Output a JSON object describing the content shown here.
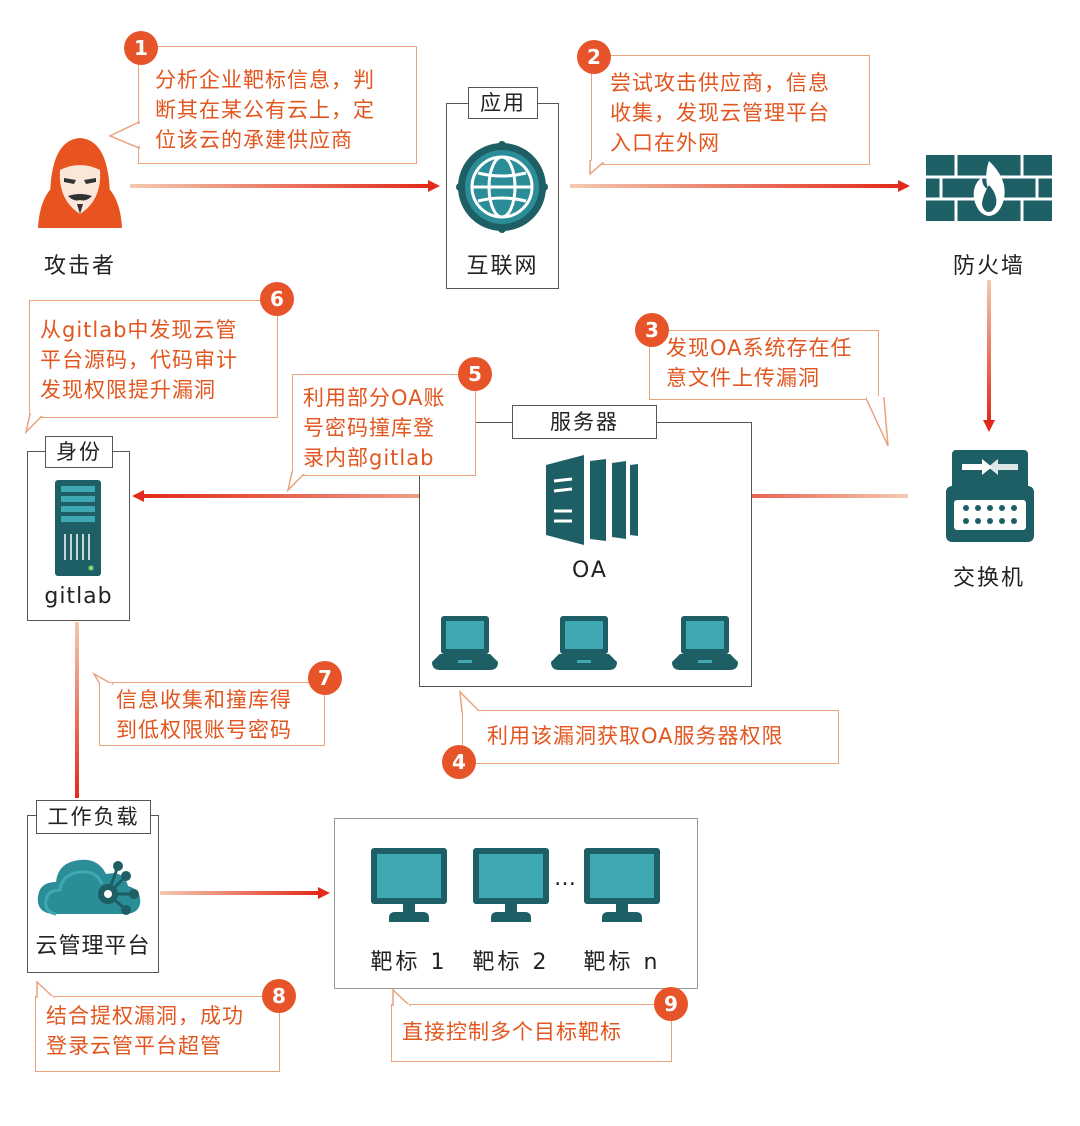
{
  "colors": {
    "accent": "#e8542a",
    "teal": "#1e5f66",
    "teal_light": "#3fa9b3"
  },
  "nodes": {
    "attacker": "攻击者",
    "internet_group": "应用",
    "internet": "互联网",
    "firewall": "防火墙",
    "switch": "交换机",
    "identity_group": "身份",
    "gitlab": "gitlab",
    "server_group": "服务器",
    "oa": "OA",
    "workload_group": "工作负载",
    "cloud_platform": "云管理平台",
    "targets": [
      "靶标 1",
      "靶标 2",
      "靶标 n"
    ],
    "ellipsis": "…"
  },
  "steps": [
    {
      "num": "1",
      "text": "分析企业靶标信息，判\n断其在某公有云上，定\n位该云的承建供应商"
    },
    {
      "num": "2",
      "text": "尝试攻击供应商，信息\n收集，发现云管理平台\n入口在外网"
    },
    {
      "num": "3",
      "text": "发现OA系统存在任\n意文件上传漏洞"
    },
    {
      "num": "4",
      "text": "利用该漏洞获取OA服务器权限"
    },
    {
      "num": "5",
      "text": "利用部分OA账\n号密码撞库登\n录内部gitlab"
    },
    {
      "num": "6",
      "text": "从gitlab中发现云管\n平台源码，代码审计\n发现权限提升漏洞"
    },
    {
      "num": "7",
      "text": "信息收集和撞库得\n到低权限账号密码"
    },
    {
      "num": "8",
      "text": "结合提权漏洞，成功\n登录云管平台超管"
    },
    {
      "num": "9",
      "text": "直接控制多个目标靶标"
    }
  ]
}
